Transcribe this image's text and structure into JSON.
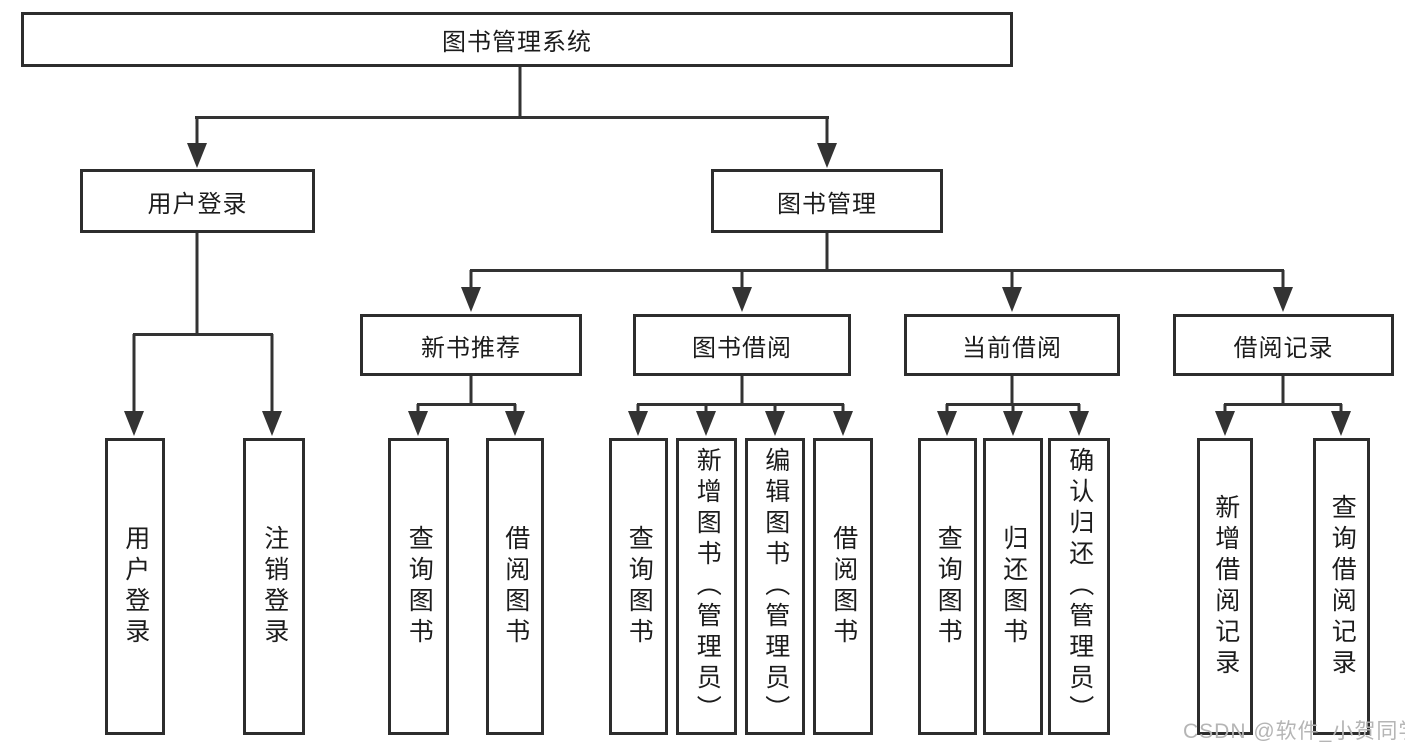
{
  "title": {
    "label": "图书管理系统"
  },
  "level2": [
    {
      "label": "用户登录"
    },
    {
      "label": "图书管理"
    }
  ],
  "level3": [
    {
      "label": "新书推荐"
    },
    {
      "label": "图书借阅"
    },
    {
      "label": "当前借阅"
    },
    {
      "label": "借阅记录"
    }
  ],
  "leaves": {
    "user_login": [
      {
        "label": "用户登录"
      },
      {
        "label": "注销登录"
      }
    ],
    "new_book": [
      {
        "label": "查询图书"
      },
      {
        "label": "借阅图书"
      }
    ],
    "book_borrow": [
      {
        "label": "查询图书"
      },
      {
        "label": "新增图书（管理员）"
      },
      {
        "label": "编辑图书（管理员）"
      },
      {
        "label": "借阅图书"
      }
    ],
    "current_borrow": [
      {
        "label": "查询图书"
      },
      {
        "label": "归还图书"
      },
      {
        "label": "确认归还（管理员）"
      }
    ],
    "borrow_record": [
      {
        "label": "新增借阅记录"
      },
      {
        "label": "查询借阅记录"
      }
    ]
  },
  "watermark": {
    "text": "CSDN @软件_小贺同学"
  },
  "colors": {
    "line": "#333333",
    "box_border": "#2d2d2d",
    "text": "#1c1c1c",
    "watermark": "#b5b5b5",
    "background": "#ffffff"
  }
}
